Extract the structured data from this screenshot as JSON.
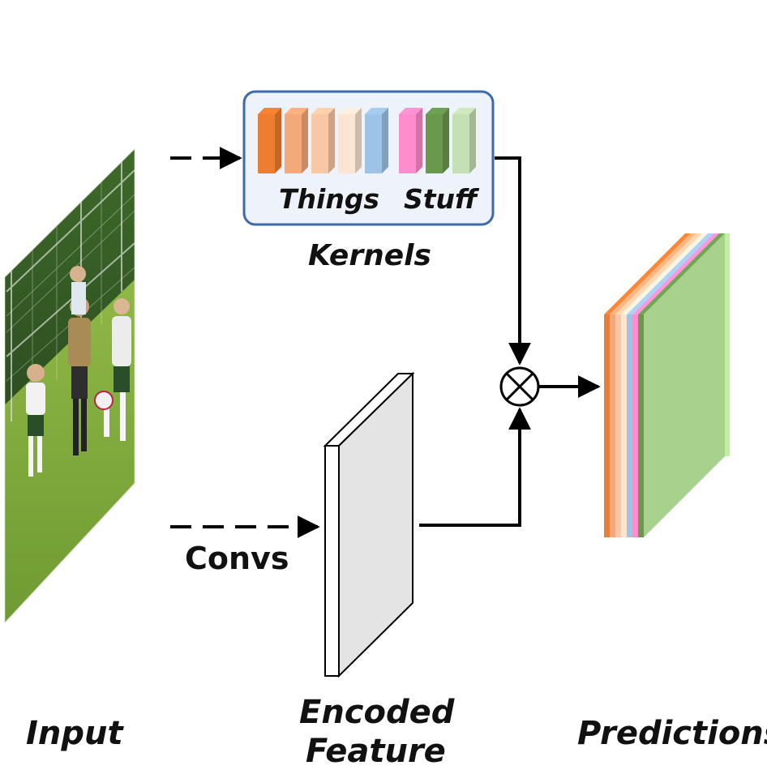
{
  "labels": {
    "kernels_box_things": "Things",
    "kernels_box_stuff": "Stuff",
    "kernels": "Kernels",
    "convs": "Convs",
    "input": "Input",
    "encoded_line1": "Encoded",
    "encoded_line2": "Feature",
    "predictions": "Predictions"
  },
  "kernel_colors": {
    "things": [
      "#ed7d31",
      "#f4a97a",
      "#f8c7a6",
      "#fce4d2",
      "#9dc3e6"
    ],
    "stuff": [
      "#ff8ccc",
      "#6a994e",
      "#c5e0b4"
    ]
  },
  "prediction_colors": [
    "#ed7d31",
    "#f4a97a",
    "#f8c7a6",
    "#fce4d2",
    "#9dc3e6",
    "#ff8ccc",
    "#6a994e",
    "#a9d18e"
  ],
  "colors": {
    "box_border": "#3e6aa8",
    "box_fill": "#eef3fb",
    "arrow": "#000000",
    "feature_face": "#e4e4e4",
    "feature_side": "#ffffff",
    "grass": "#6f9a32",
    "sky_trees": "#2e4a1e"
  },
  "icons": [
    "multiply-circle-icon"
  ]
}
